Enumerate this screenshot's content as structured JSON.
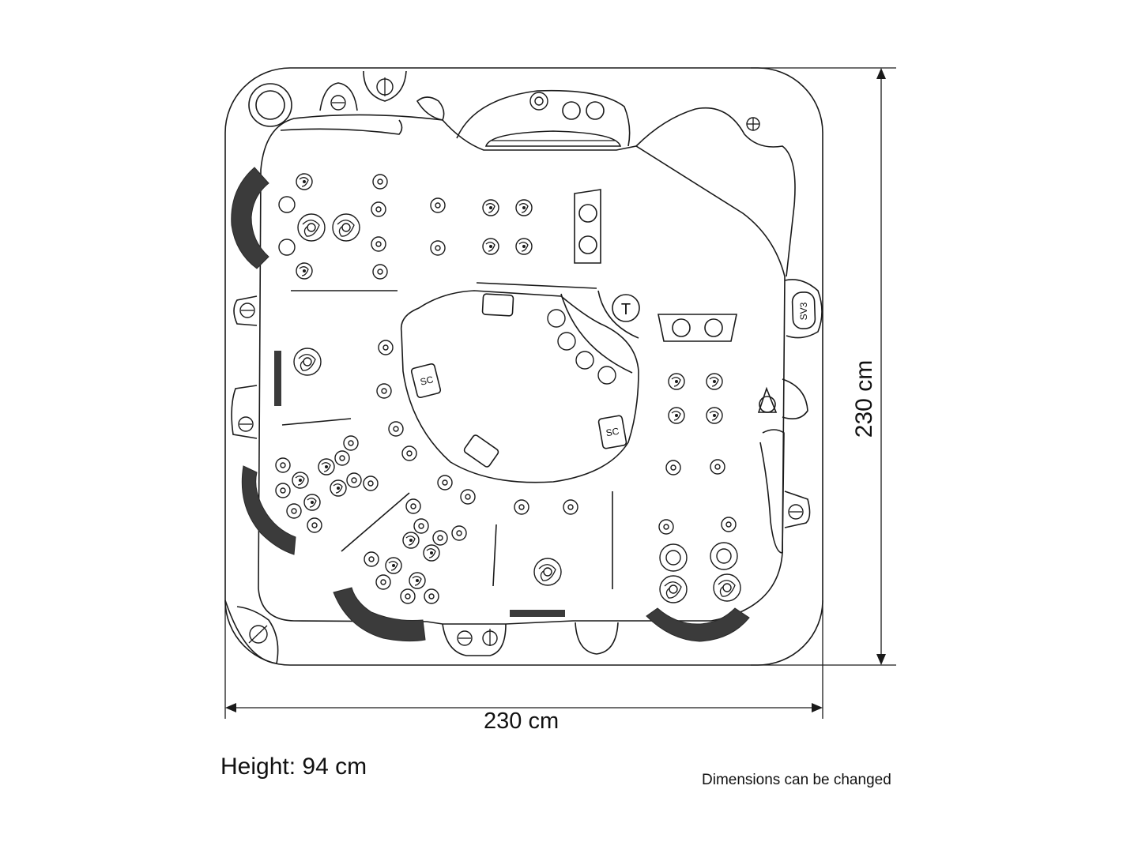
{
  "diagram": {
    "width_dimension": "230 cm",
    "depth_dimension": "230 cm",
    "height_label": "Height: 94 cm",
    "note": "Dimensions can be changed",
    "marks": {
      "t_label": "T",
      "sc_label_1": "SC",
      "sc_label_2": "SC",
      "sv_label": "SV3"
    }
  },
  "colors": {
    "line": "#1a1a1a",
    "headrest": "#3b3b3b",
    "background": "#ffffff"
  }
}
